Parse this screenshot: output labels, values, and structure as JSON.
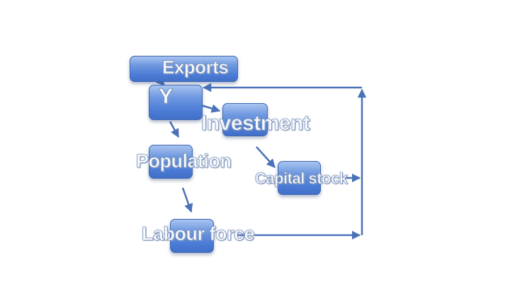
{
  "diagram": {
    "nodes": {
      "exports": "Exports",
      "y": "Y",
      "investment": "Investment",
      "population": "Population",
      "capital_stock": "Capital stock",
      "labour_force": "Labour force"
    }
  },
  "colors": {
    "node_fill": "#5b87dc",
    "node_border": "#3e67b3",
    "arrow": "#4a72b8",
    "label_text": "#f6f9ff"
  }
}
